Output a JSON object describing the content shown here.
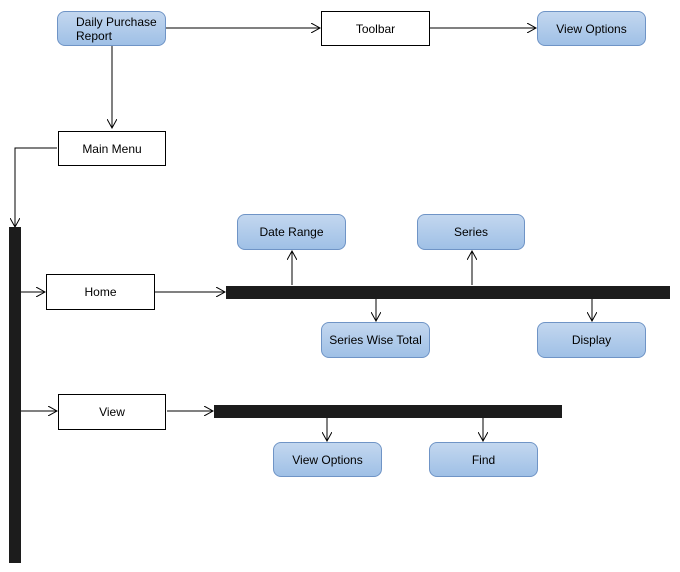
{
  "nodes": {
    "daily_purchase_report": "Daily Purchase\nReport",
    "toolbar": "Toolbar",
    "view_options_top": "View Options",
    "main_menu": "Main Menu",
    "home": "Home",
    "view": "View",
    "date_range": "Date Range",
    "series": "Series",
    "series_wise_total": "Series Wise Total",
    "display": "Display",
    "view_options_bottom": "View Options",
    "find": "Find"
  },
  "colors": {
    "pill_fill_top": "#c3d7ef",
    "pill_fill_bottom": "#9fc0e6",
    "pill_border": "#6f94c6",
    "bar": "#1c1c1c",
    "line": "#000000"
  }
}
